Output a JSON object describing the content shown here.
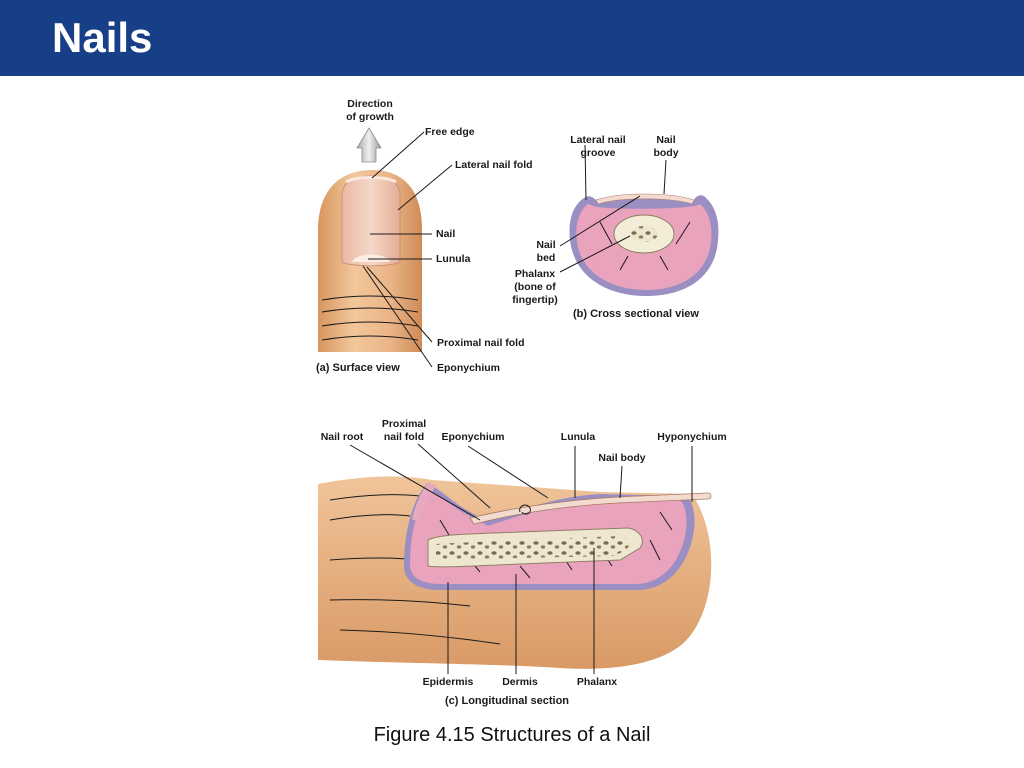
{
  "slide": {
    "title": "Nails"
  },
  "figure": {
    "caption": "Figure 4.15  Structures of a Nail",
    "surface_view": {
      "panel_label": "(a) Surface view",
      "direction_line1": "Direction",
      "direction_line2": "of growth",
      "labels": {
        "free_edge": "Free  edge",
        "lateral_nail_fold": "Lateral nail fold",
        "nail": "Nail",
        "lunula": "Lunula",
        "proximal_nail_fold": "Proximal nail fold",
        "eponychium": "Eponychium"
      }
    },
    "cross_section": {
      "panel_label": "(b) Cross sectional view",
      "labels": {
        "lateral_nail_groove_1": "Lateral nail",
        "lateral_nail_groove_2": "groove",
        "nail_body_1": "Nail",
        "nail_body_2": "body",
        "nail_bed_1": "Nail",
        "nail_bed_2": "bed",
        "phalanx_1": "Phalanx",
        "phalanx_2": "(bone of",
        "phalanx_3": "fingertip)"
      }
    },
    "longitudinal": {
      "panel_label": "(c) Longitudinal section",
      "labels": {
        "nail_root": "Nail root",
        "proximal_fold_1": "Proximal",
        "proximal_fold_2": "nail fold",
        "eponychium": "Eponychium",
        "lunula": "Lunula",
        "hyponychium": "Hyponychium",
        "nail_body": "Nail body",
        "epidermis": "Epidermis",
        "dermis": "Dermis",
        "phalanx": "Phalanx"
      }
    }
  },
  "colors": {
    "header": "#173f87",
    "skin": "#e8b487",
    "dermis": "#eaa3bd",
    "epidermis": "#9a8ec2",
    "bone": "#efe6cf"
  }
}
